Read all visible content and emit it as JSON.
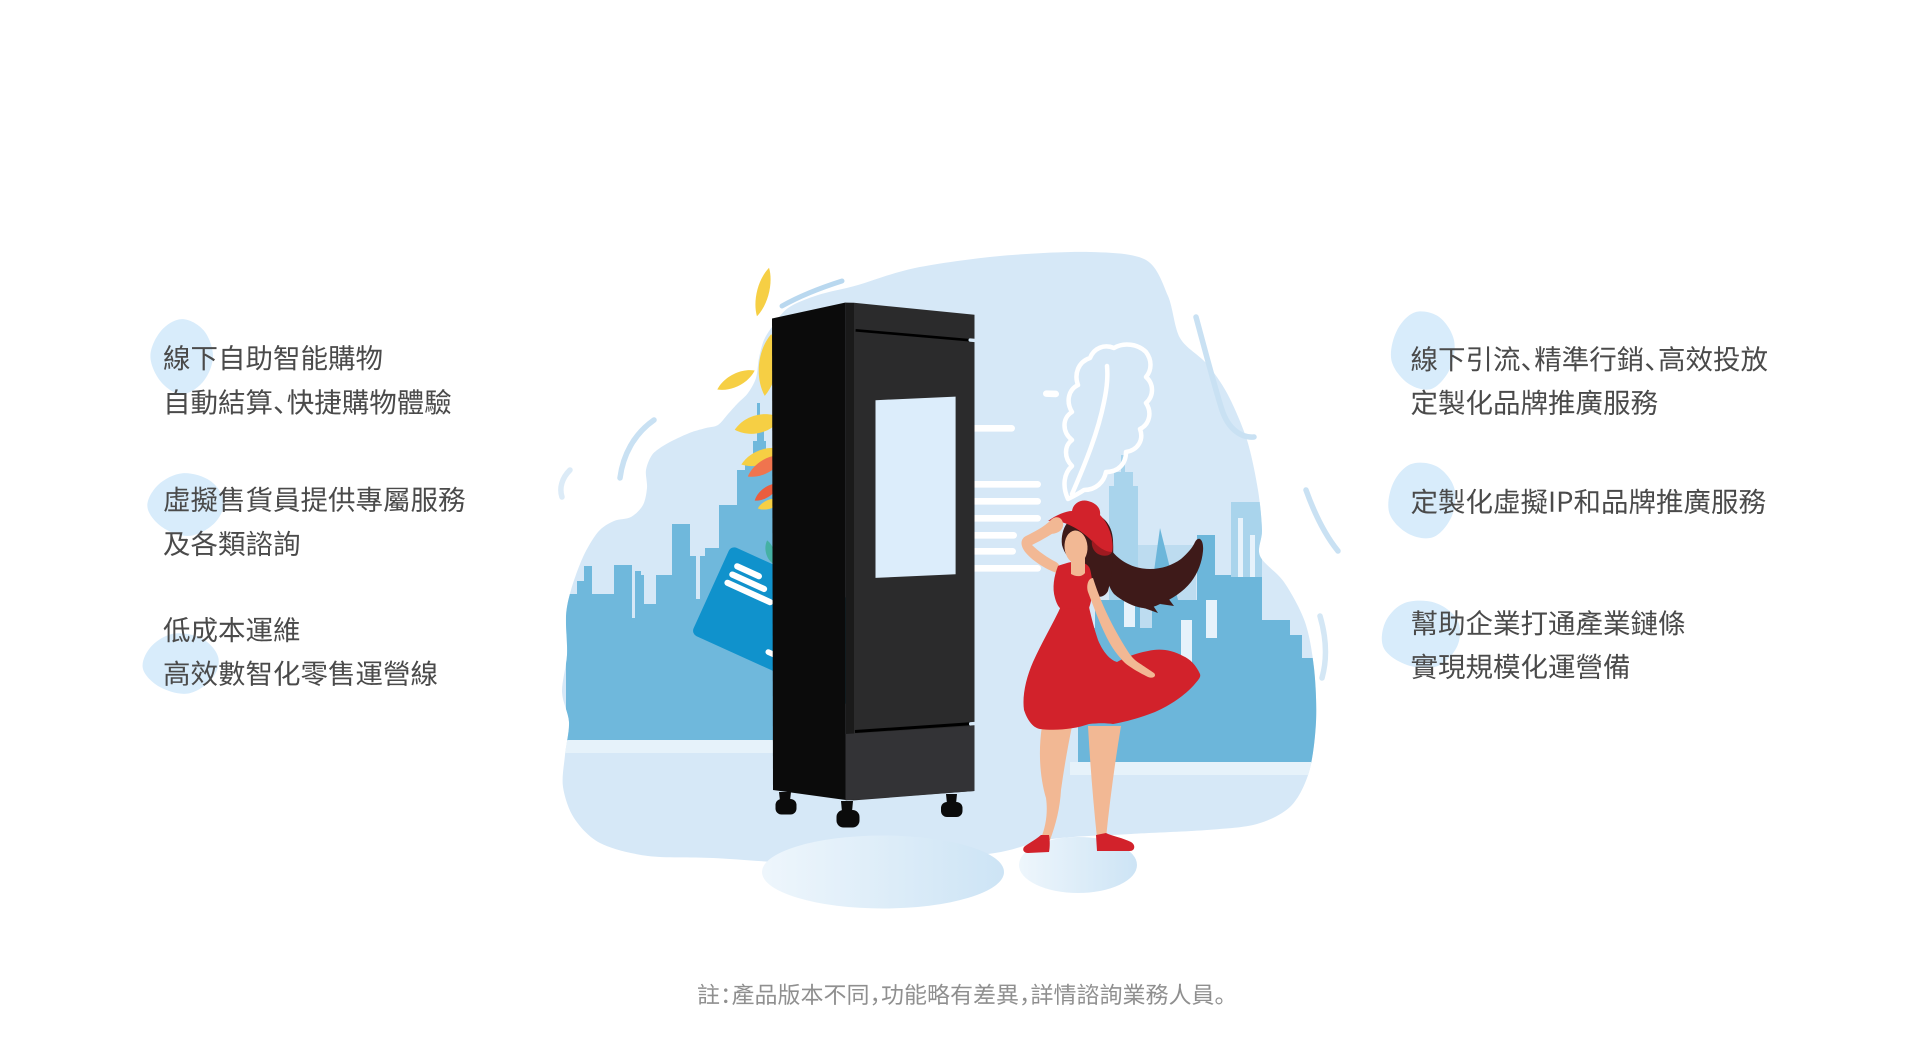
{
  "page": {
    "background": "#ffffff"
  },
  "features_left": [
    {
      "lines": [
        "線下自助智能購物",
        "自動結算、快捷購物體驗"
      ]
    },
    {
      "lines": [
        "虛擬售貨員提供專屬服務",
        "及各類諮詢"
      ]
    },
    {
      "lines": [
        "低成本運維",
        "高效數智化零售運營線"
      ]
    }
  ],
  "features_right": [
    {
      "lines": [
        "線下引流、精準行銷、高效投放",
        "定製化品牌推廣服務"
      ]
    },
    {
      "lines": [
        "定製化虛擬IP和品牌推廣服務"
      ]
    },
    {
      "lines": [
        "幫助企業打通產業鏈條",
        "實現規模化運營備"
      ]
    }
  ],
  "footnote": {
    "text": "註：產品版本不同，功能略有差異，詳情諮詢業務人員。"
  },
  "illustration": {
    "description": "智能售貨機與紅衣女子城市插畫",
    "elements": [
      "smart-vending-kiosk",
      "kiosk-screen",
      "woman-in-red",
      "city-skyline",
      "billboard-sign",
      "autumn-leaves",
      "leaf-doodle",
      "ground-shadows"
    ]
  },
  "theme": {
    "text-main": "#4a4a4a",
    "text-note": "#8f8f8f",
    "halo": "#d8ecfb",
    "blob": "#d6e8f7",
    "sky-light": "#e9f4fc",
    "sky-med-left": "#6fb8dc",
    "sky-med-right": "#6cb6da",
    "sky-tower-right": "#a9d4ec",
    "sky-slab-right": "#bddcf0",
    "ground-strip": "#e6f2fa",
    "deco-line": "#c9e1f3",
    "swoosh": "#b9d8ef",
    "sign-blue": "#1092cc",
    "leaf-yellow": "#f6cf44",
    "leaf-orange": "#f0744e",
    "leaf-deep": "#eb5d3e",
    "leaf-teal": "#45b1a4",
    "kiosk-side": "#0b0b0b",
    "kiosk-edge": "#1a1a1a",
    "kiosk-front": "#2b2b2c",
    "kiosk-screen": "#dcedfb",
    "red": "#d2222b",
    "red-dark": "#9e1a20",
    "hair": "#3e1a19",
    "skin": "#f2b894",
    "shadow-from": "#eef6fc",
    "shadow-to": "#cde4f5"
  }
}
